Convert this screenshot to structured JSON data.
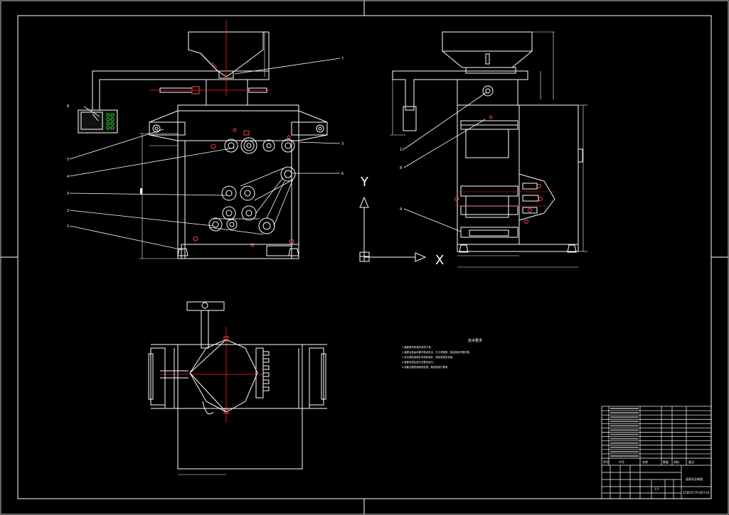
{
  "drawing": {
    "axis_y_label": "Y",
    "axis_x_label": "X",
    "notes_title": "技术要求",
    "notes": [
      "1.装配前所有零件清洗干净。",
      "2.装配后各运动部件转动灵活，无卡滞现象，各连接处牢固可靠。",
      "3.未注明的连接件采用标准件，按标准规定安装。",
      "4.装配完成后进行空载试运行。",
      "5.设备外露表面喷漆处理，颜色按用户要求。"
    ],
    "callouts_left": [
      "5",
      "4",
      "3",
      "2",
      "1"
    ],
    "callouts_right": [
      "3",
      "6"
    ],
    "callout_top": "7",
    "callout_remote": "8",
    "callouts_side": [
      "11",
      "8",
      "9"
    ],
    "title_block": {
      "drawing_name": "面条机总装图",
      "drawing_no": "ZCB015-TS-823-10",
      "header_labels": [
        "序号",
        "代号",
        "名称",
        "数量",
        "材料",
        "备注"
      ],
      "parts_count": 12,
      "scale": "1:5"
    }
  },
  "colors": {
    "line": "#ffffff",
    "center": "#ff2020",
    "part": "#ff4040",
    "green": "#20e020",
    "dim": "#ffffff",
    "background": "#000000"
  }
}
